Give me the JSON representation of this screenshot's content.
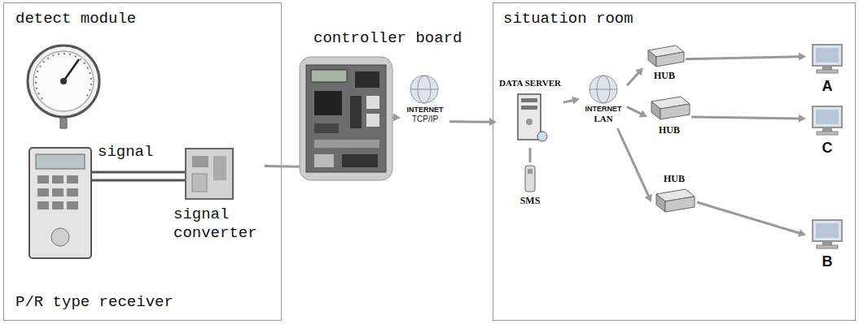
{
  "diagram": {
    "nodes": [
      {
        "text": [
          "detect module",
          "P/R type receiver"
        ]
      },
      {
        "text": [
          "signal converter"
        ],
        "in": 0
      },
      {
        "text": [
          "controller board"
        ]
      },
      {
        "text": [
          "INTERNET",
          "TCP/IP"
        ]
      },
      {
        "text": [
          "situation room"
        ]
      },
      {
        "text": [
          "DATA SERVER"
        ],
        "in": 4
      },
      {
        "text": [
          "SMS"
        ],
        "in": 4
      },
      {
        "text": [
          "INTERNET",
          "LAN"
        ],
        "in": 4
      },
      {
        "text": [
          "HUB"
        ],
        "in": 4
      },
      {
        "text": [
          "HUB"
        ],
        "in": 4
      },
      {
        "text": [
          "HUB"
        ],
        "in": 4
      },
      {
        "text": [
          "A"
        ],
        "in": 4
      },
      {
        "text": [
          "C"
        ],
        "in": 4
      },
      {
        "text": [
          "B"
        ],
        "in": 4
      }
    ],
    "edges": [
      {
        "from": 1,
        "to": 2,
        "arrow": "none"
      },
      {
        "from": 2,
        "to": 3,
        "arrow": "to"
      },
      {
        "from": 3,
        "to": 5,
        "arrow": "to"
      },
      {
        "from": 5,
        "to": 6,
        "arrow": "none"
      },
      {
        "from": 5,
        "to": 7,
        "arrow": "to"
      },
      {
        "from": 7,
        "to": 8,
        "arrow": "to"
      },
      {
        "from": 7,
        "to": 9,
        "arrow": "to"
      },
      {
        "from": 7,
        "to": 10,
        "arrow": "to"
      },
      {
        "from": 8,
        "to": 11,
        "arrow": "to"
      },
      {
        "from": 9,
        "to": 12,
        "arrow": "to"
      },
      {
        "from": 10,
        "to": 13,
        "arrow": "to"
      }
    ],
    "labels": [
      "signal"
    ]
  }
}
